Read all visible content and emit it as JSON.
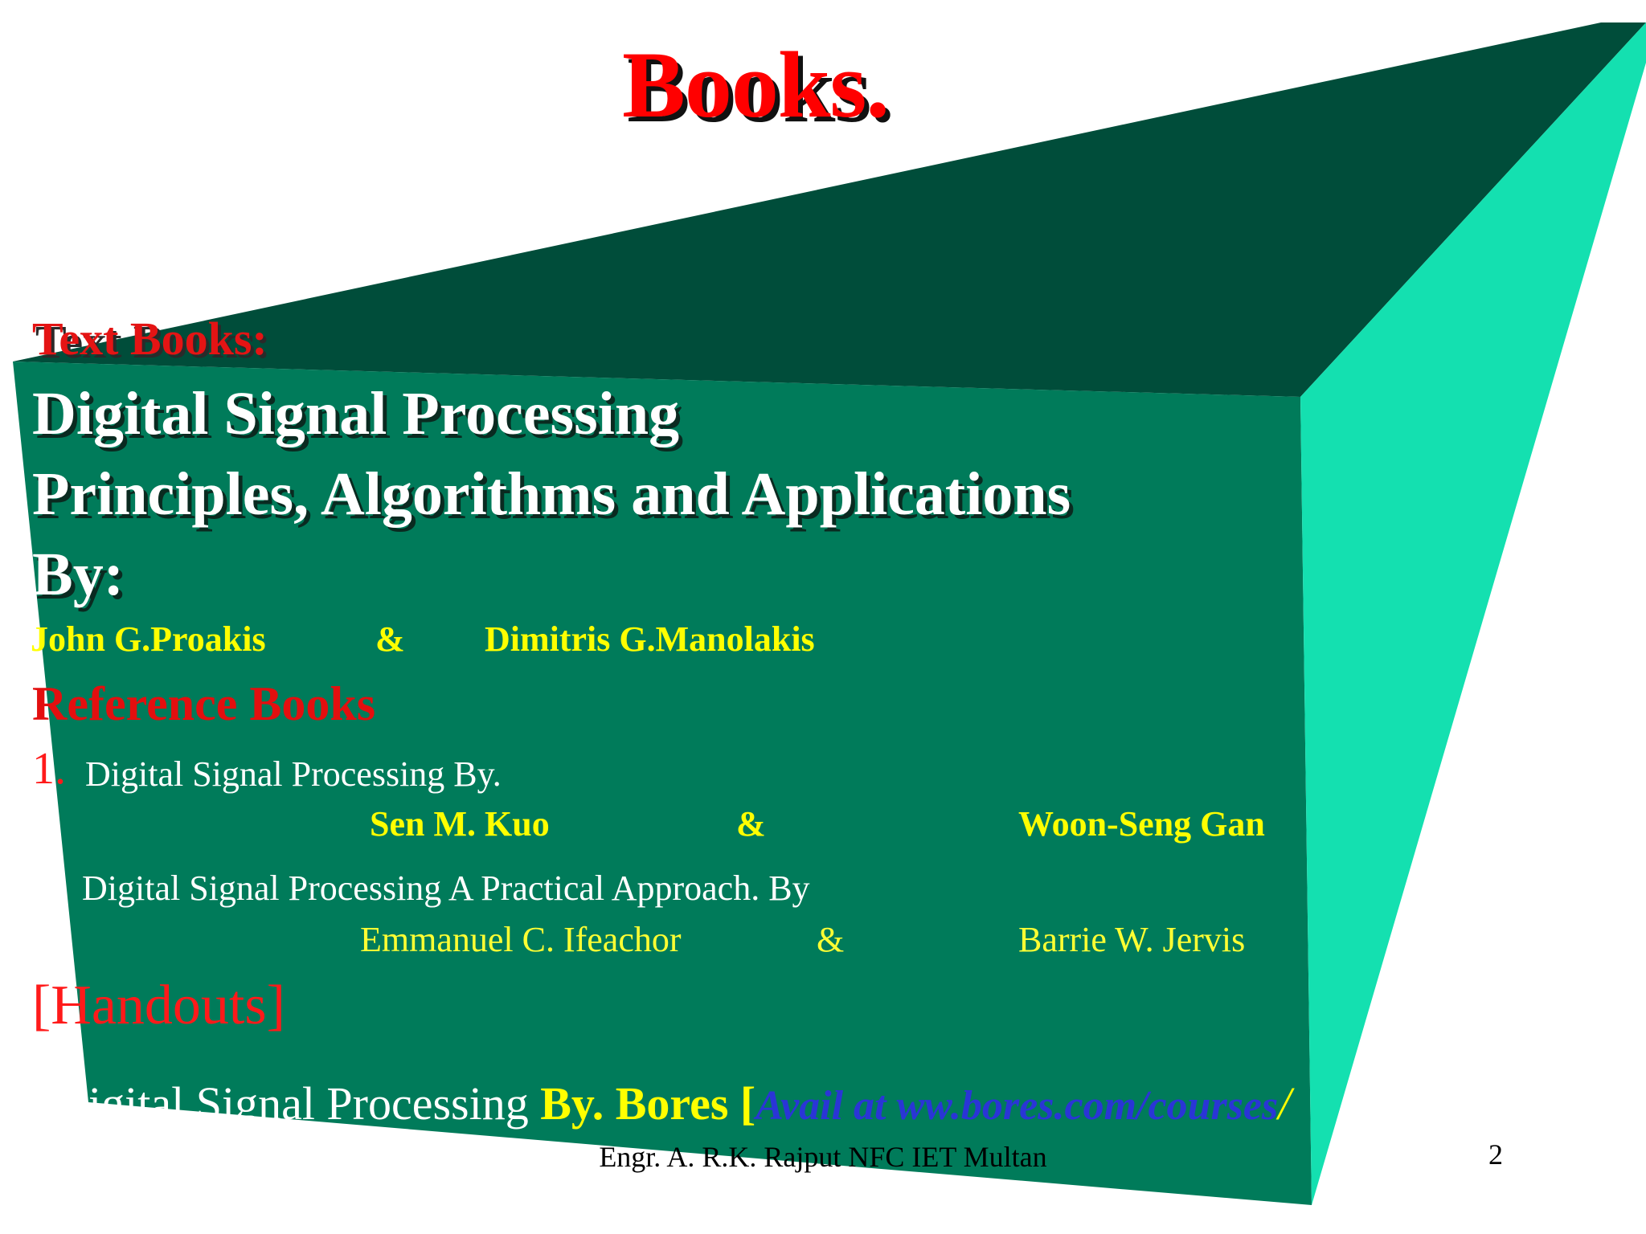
{
  "slide": {
    "title": "Books.",
    "text_books": {
      "heading": "Text Books:",
      "title_line1": "Digital Signal Processing",
      "title_line2": "Principles, Algorithms and Applications",
      "by": "By:",
      "author1": "John G.Proakis",
      "amp": "&",
      "author2": "Dimitris G.Manolakis"
    },
    "reference_books": {
      "heading": "Reference Books",
      "ref1_number": "1.",
      "ref1_title": "Digital Signal Processing By.",
      "ref1_author1": "Sen M. Kuo",
      "ref1_amp": "&",
      "ref1_author2": "Woon-Seng Gan",
      "ref2_title": "Digital Signal Processing A Practical Approach. By",
      "ref2_author1": "Emmanuel C. Ifeachor",
      "ref2_amp": "&",
      "ref2_author2": "Barrie W. Jervis"
    },
    "handouts": {
      "heading": "[Handouts]",
      "line_prefix": "igital Signal Processing ",
      "line_by": "By. Bores [",
      "line_avail": "Avail at ww.bores.com/courses",
      "line_slash": "/"
    },
    "footer": {
      "credit": "Engr. A. R.K. Rajput NFC IET Multan",
      "page_number": "2"
    }
  },
  "colors": {
    "front_face": "#007b5a",
    "top_face": "#004d3a",
    "side_face": "#14e0b0",
    "title_red": "#ff0000",
    "author_yellow": "#ffff00",
    "link_blue": "#2a35d6"
  }
}
